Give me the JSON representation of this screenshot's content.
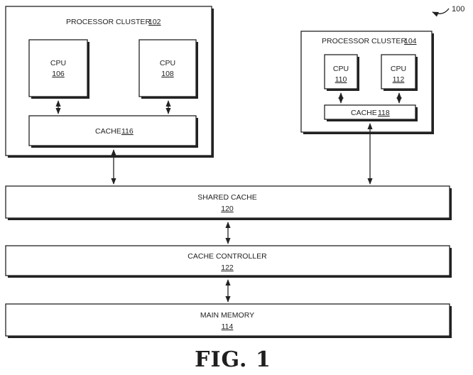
{
  "figure_number": "100",
  "figure_caption": "FIG. 1",
  "processor_cluster_1": {
    "label": "PROCESSOR CLUSTER",
    "ref": "102"
  },
  "processor_cluster_2": {
    "label": "PROCESSOR CLUSTER",
    "ref": "104"
  },
  "cpu_106": {
    "label": "CPU",
    "ref": "106"
  },
  "cpu_108": {
    "label": "CPU",
    "ref": "108"
  },
  "cpu_110": {
    "label": "CPU",
    "ref": "110"
  },
  "cpu_112": {
    "label": "CPU",
    "ref": "112"
  },
  "cache_116": {
    "label": "CACHE",
    "ref": "116"
  },
  "cache_118": {
    "label": "CACHE",
    "ref": "118"
  },
  "shared_cache": {
    "label": "SHARED CACHE",
    "ref": "120"
  },
  "cache_controller": {
    "label": "CACHE CONTROLLER",
    "ref": "122"
  },
  "main_memory": {
    "label": "MAIN MEMORY",
    "ref": "114"
  }
}
